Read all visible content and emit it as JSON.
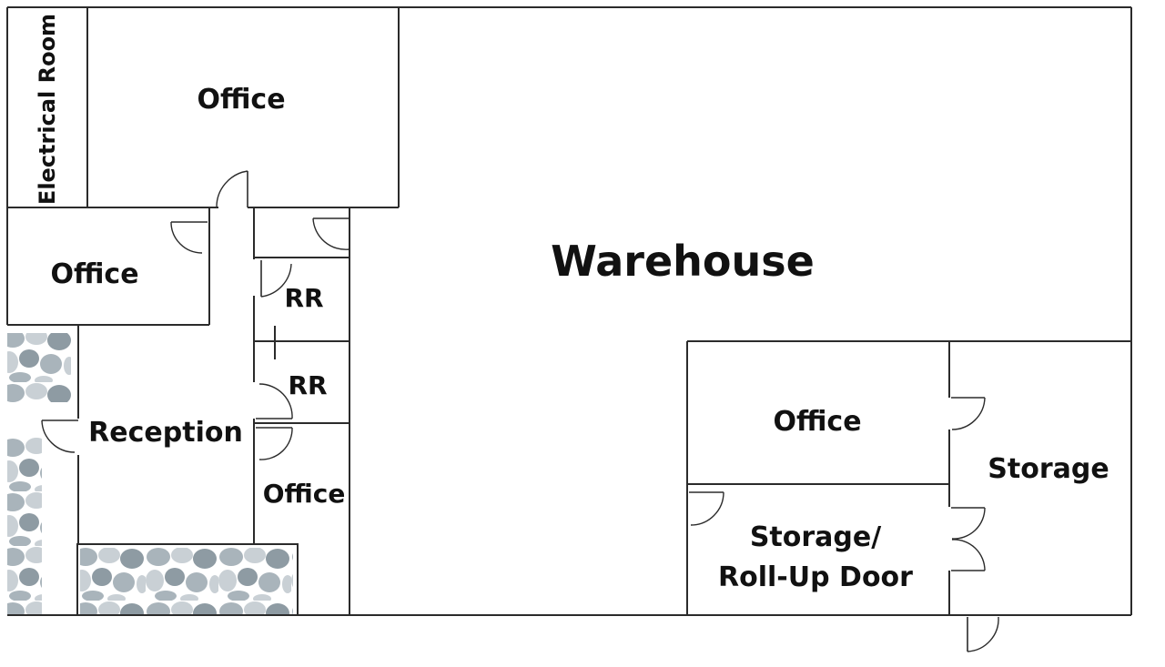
{
  "rooms": {
    "electrical_room": "Electrical Room",
    "office_top": "Office",
    "office_left": "Office",
    "rr_upper": "RR",
    "rr_lower": "RR",
    "reception": "Reception",
    "office_small": "Office",
    "warehouse": "Warehouse",
    "office_right": "Office",
    "storage_right": "Storage",
    "storage_rollup_line1": "Storage/",
    "storage_rollup_line2": "Roll-Up Door"
  },
  "colors": {
    "wall": "#2b2b2b",
    "stone_light": "#c9d0d5",
    "stone_mid": "#a9b4bb",
    "stone_dark": "#8e9ba3",
    "stone_bg": "#ffffff"
  }
}
